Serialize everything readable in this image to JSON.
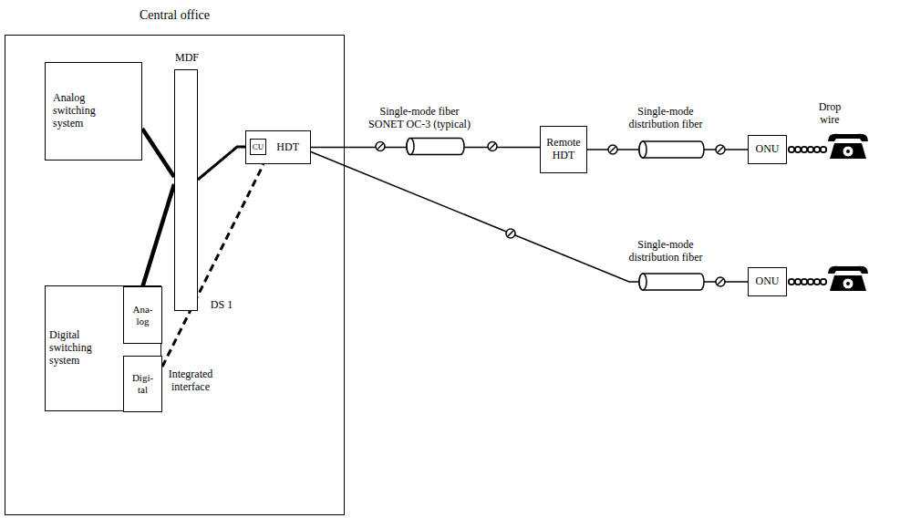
{
  "diagram": {
    "nodes": [
      {
        "text": [
          "Central office"
        ]
      },
      {
        "text": [
          "Analog switching system"
        ],
        "in": 0
      },
      {
        "text": [
          "MDF"
        ],
        "in": 0
      },
      {
        "text": [
          "Digital switching system"
        ],
        "in": 0
      },
      {
        "text": [
          "Ana- log"
        ],
        "in": 3
      },
      {
        "text": [
          "Digi- tal"
        ],
        "in": 3
      },
      {
        "text": [
          "HDT"
        ],
        "in": 0
      },
      {
        "text": [
          "CU"
        ],
        "in": 6
      },
      {
        "text": [
          "Remote HDT"
        ]
      },
      {
        "text": [
          "ONU"
        ]
      },
      {
        "text": [
          "ONU"
        ]
      }
    ],
    "edges": [
      {
        "from": 1,
        "to": 2,
        "arrow": "none"
      },
      {
        "from": 4,
        "to": 2,
        "arrow": "none"
      },
      {
        "from": 2,
        "to": 7,
        "arrow": "none"
      },
      {
        "from": 5,
        "to": 6,
        "arrow": "none"
      },
      {
        "from": 6,
        "to": 8,
        "arrow": "none"
      },
      {
        "from": 8,
        "to": 9,
        "arrow": "none"
      },
      {
        "from": 6,
        "to": 10,
        "arrow": "none"
      }
    ],
    "labels": [
      "Single-mode fiber SONET OC-3 (typical)",
      "Single-mode distribution fiber",
      "Single-mode distribution fiber",
      "Drop wire",
      "DS 1",
      "Integrated interface"
    ]
  }
}
